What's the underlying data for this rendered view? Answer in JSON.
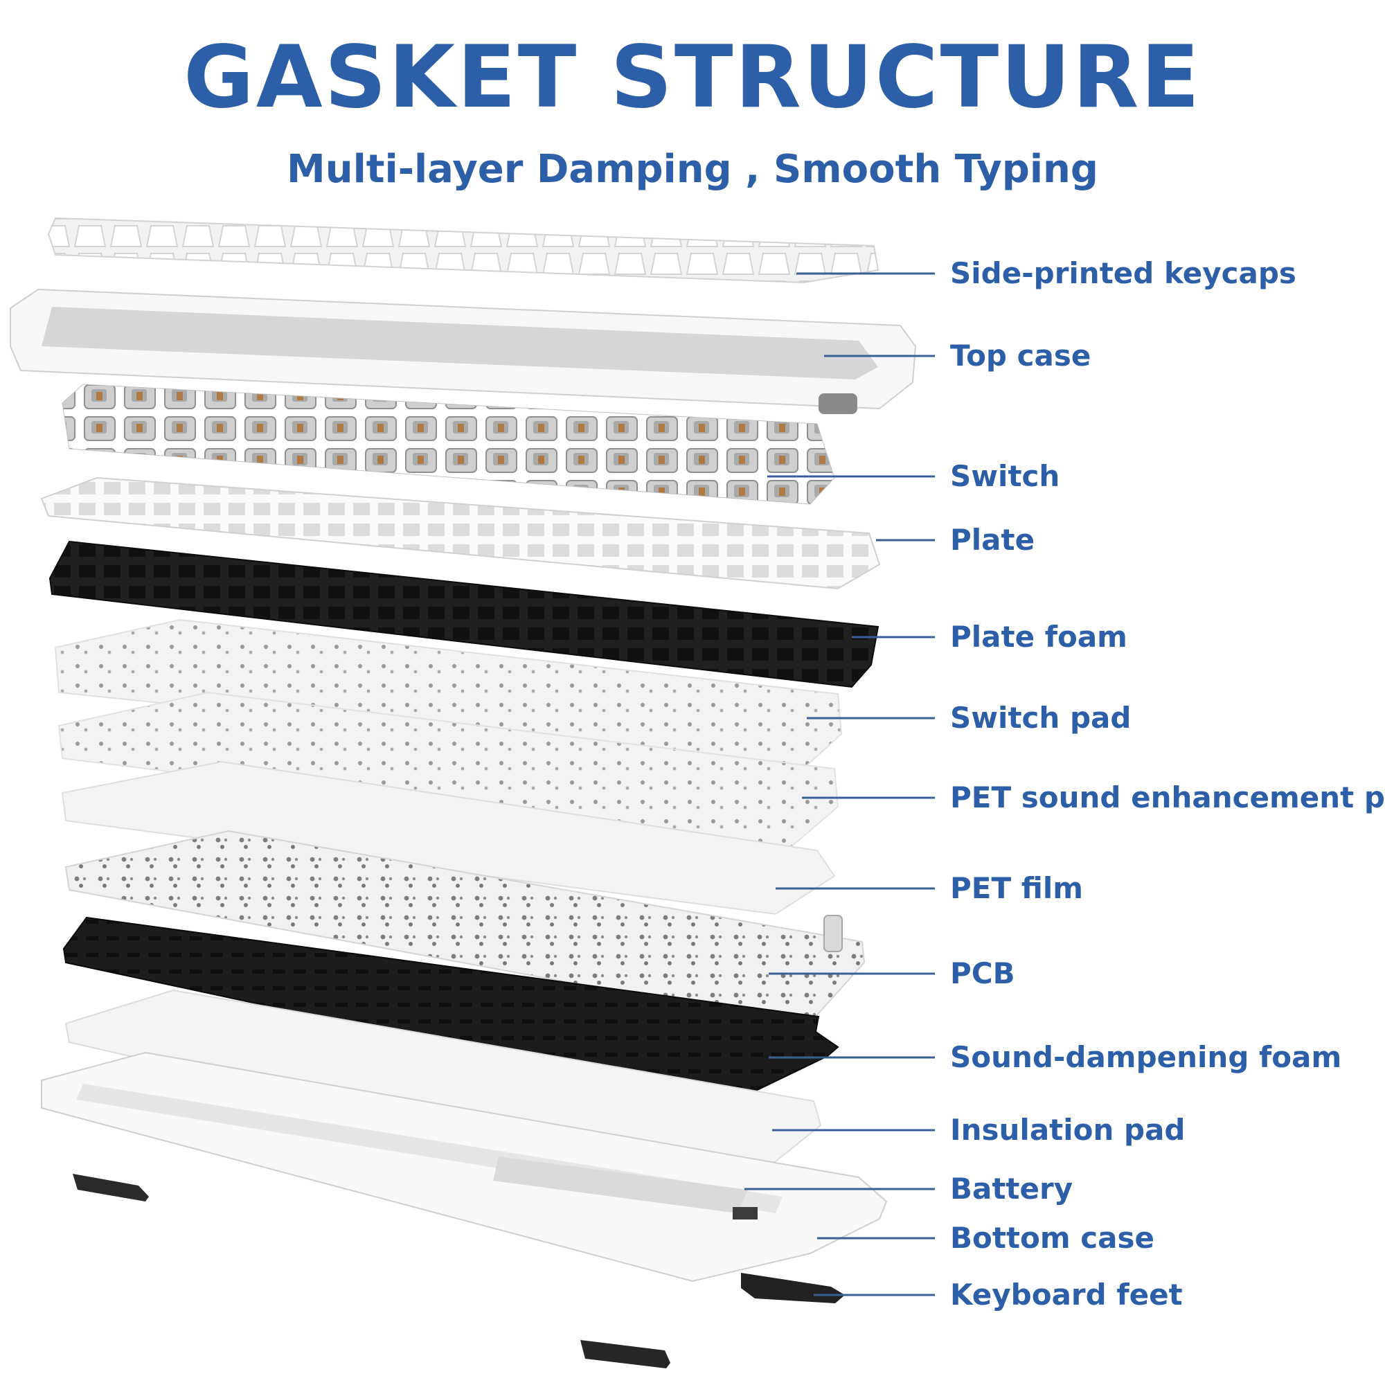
{
  "header": {
    "title": "GASKET STRUCTURE",
    "subtitle": "Multi-layer Damping , Smooth Typing"
  },
  "layers": [
    {
      "label": "Side-printed keycaps"
    },
    {
      "label": "Top case"
    },
    {
      "label": "Switch"
    },
    {
      "label": "Plate"
    },
    {
      "label": "Plate foam"
    },
    {
      "label": "Switch pad"
    },
    {
      "label": "PET sound enhancement pad"
    },
    {
      "label": "PET film"
    },
    {
      "label": "PCB"
    },
    {
      "label": "Sound-dampening foam"
    },
    {
      "label": "Insulation pad"
    },
    {
      "label": "Battery"
    },
    {
      "label": "Bottom case"
    },
    {
      "label": "Keyboard feet"
    }
  ],
  "colors": {
    "accent": "#2c5fa8",
    "leader": "#3a5f93",
    "foam": "#1e1e1e",
    "white_part": "#f7f7f7"
  }
}
